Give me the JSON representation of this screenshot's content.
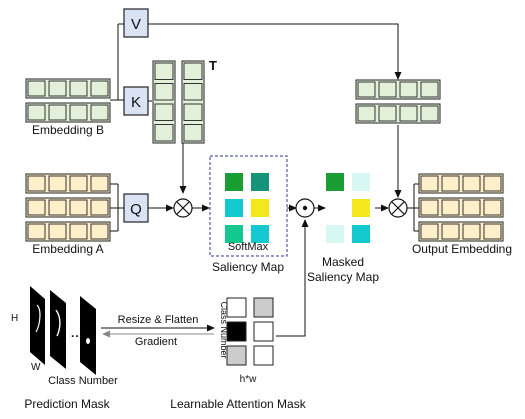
{
  "labels": {
    "v": "V",
    "k": "K",
    "q": "Q",
    "transpose": "T",
    "embedding_b": "Embedding B",
    "embedding_a": "Embedding A",
    "softmax": "SoftMax",
    "saliency_map": "Saliency Map",
    "masked_saliency_line1": "Masked",
    "masked_saliency_line2": "Saliency Map",
    "output_embedding": "Output Embedding",
    "h": "H",
    "w": "W",
    "class_number_bottom": "Class Number",
    "class_number_vertical": "Class Number",
    "resize_flatten": "Resize & Flatten",
    "gradient": "Gradient",
    "hw": "h*w",
    "prediction_mask": "Prediction Mask",
    "learnable_attention_mask": "Learnable Attention Mask",
    "dots": "..."
  },
  "colors": {
    "embedding_b_fill": "#e2efd9",
    "embedding_a_fill": "#fdefc9",
    "output_fill": "#fdefc9",
    "op_box_fill": "#dae3f3",
    "dark_green": "#1a9e34",
    "teal_green": "#15947a",
    "cyan": "#14c8d0",
    "yellow": "#f2e81d",
    "mint": "#14c98f",
    "pale_cyan": "#d7f8f2",
    "mask_black": "#000000",
    "mask_gray": "#cccccc",
    "mask_white": "#ffffff",
    "line": "#111111",
    "dashed_border": "#2b3a8c"
  },
  "saliency_grid": [
    [
      "dark_green",
      "teal_green"
    ],
    [
      "cyan",
      "yellow"
    ],
    [
      "mint",
      "cyan"
    ]
  ],
  "masked_grid": [
    [
      "dark_green",
      "pale_cyan"
    ],
    [
      "",
      "yellow"
    ],
    [
      "pale_cyan",
      "cyan"
    ]
  ],
  "attention_mask_grid": [
    [
      "mask_white",
      "mask_gray"
    ],
    [
      "mask_black",
      "mask_white"
    ],
    [
      "mask_gray",
      "mask_white"
    ]
  ]
}
